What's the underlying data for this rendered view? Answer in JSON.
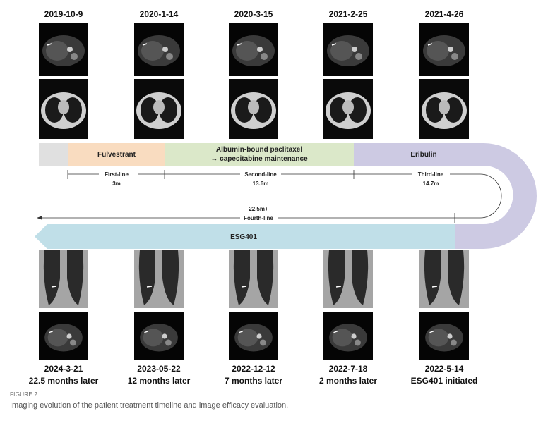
{
  "top_dates": [
    "2019-10-9",
    "2020-1-14",
    "2020-3-15",
    "2021-2-25",
    "2021-4-26"
  ],
  "bottom_dates": [
    "2024-3-21",
    "2023-05-22",
    "2022-12-12",
    "2022-7-18",
    "2022-5-14"
  ],
  "bottom_labels": [
    "22.5 months later",
    "12 months later",
    "7 months later",
    "2 months later",
    "ESG401 initiated"
  ],
  "timeline": {
    "fulvestrant": "Fulvestrant",
    "albumin_line1": "Albumin-bound paclitaxel",
    "albumin_line2": "→ capecitabine maintenance",
    "eribulin": "Eribulin",
    "esg401": "ESG401",
    "first_line": "First-line",
    "first_dur": "3m",
    "second_line": "Second-line",
    "second_dur": "13.6m",
    "third_line": "Third-line",
    "third_dur": "14.7m",
    "fourth_line": "Fourth-line",
    "fourth_dur": "22.5m+"
  },
  "colors": {
    "gray": "#e0e0e0",
    "orange": "#f9dcc0",
    "green": "#dbe8c9",
    "purple": "#cdcae3",
    "blue": "#c0dfe8"
  },
  "caption": {
    "label": "FIGURE 2",
    "text": "Imaging evolution of the patient treatment timeline and image efficacy evaluation."
  }
}
